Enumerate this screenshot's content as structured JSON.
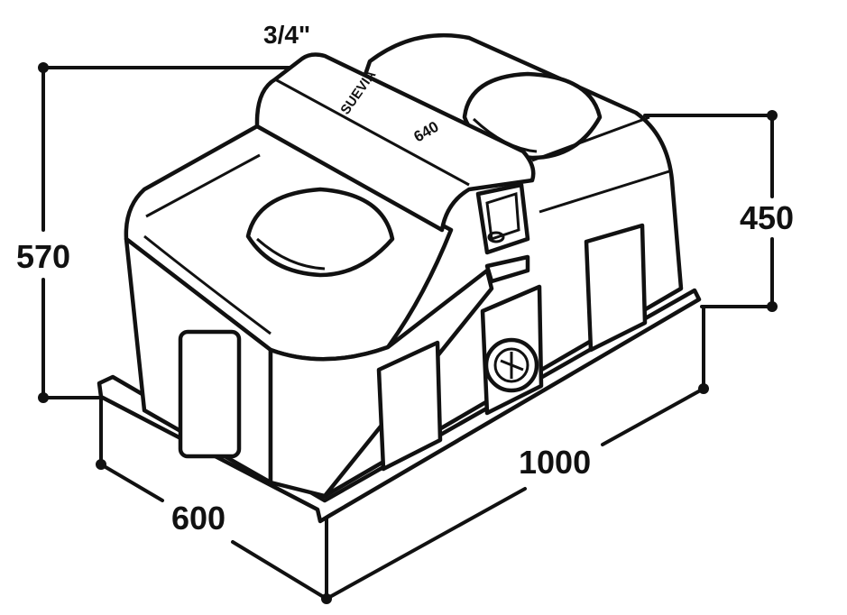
{
  "diagram": {
    "brand": "SUEVIA",
    "model": "640",
    "pipe_size": "3/4\"",
    "dimensions": {
      "total_height": "570",
      "trough_height": "450",
      "width": "600",
      "length": "1000"
    },
    "colors": {
      "line": "#111111",
      "background": "#ffffff"
    }
  }
}
